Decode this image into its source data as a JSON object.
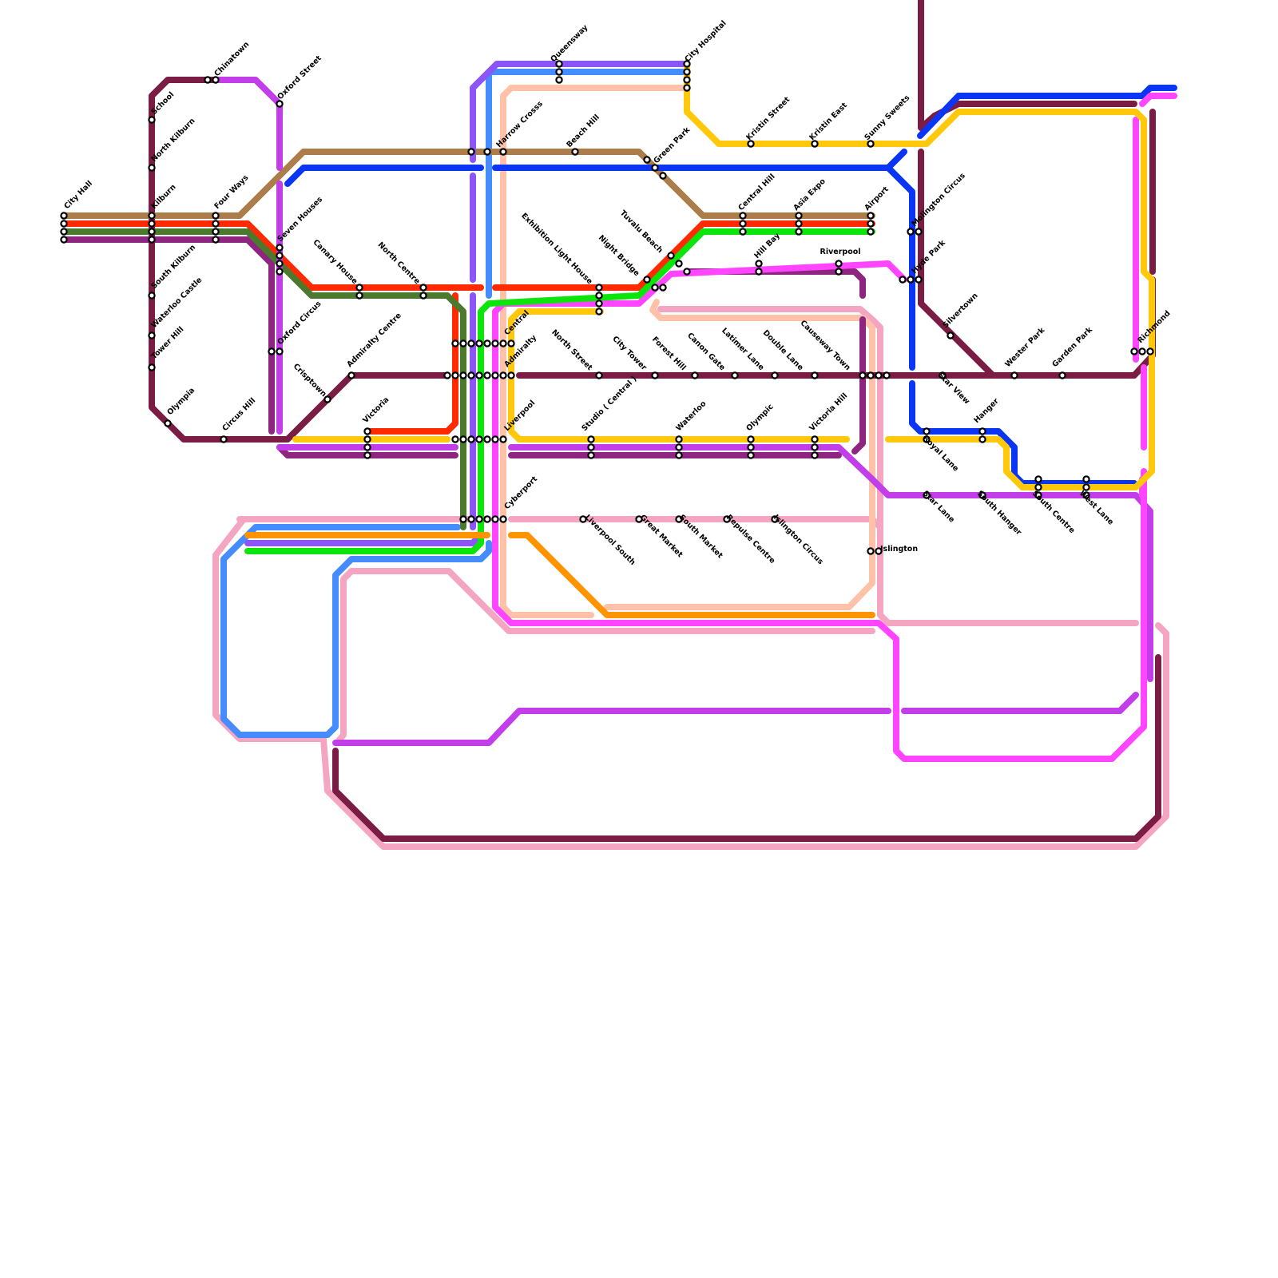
{
  "colors": {
    "maroon": "#7a1c44",
    "purple": "#8e2580",
    "brown": "#ac7d4a",
    "red": "#ff2a00",
    "olive": "#4b7a2f",
    "blue": "#0a35f5",
    "skyblue": "#448cff",
    "violet": "#8b55f7",
    "magenta": "#c23ee8",
    "pink": "#ff45ff",
    "peach": "#ffc1a8",
    "rose": "#f4a5c2",
    "yellow": "#ffc80a",
    "green": "#0be50b",
    "orange": "#ff9300"
  },
  "stations": [
    "City Hall",
    "School",
    "North Kilburn",
    "Kilburn",
    "South Kilburn",
    "Waterloo Castle",
    "Tower Hill",
    "Olympia",
    "Chinatown",
    "Four Ways",
    "Circus Hill",
    "Oxford Street",
    "Seven Houses",
    "Oxford Circus",
    "Crisptown",
    "Canary House",
    "Admiralty Centre",
    "Victoria",
    "North Centre",
    "Harrow Crosss",
    "Queensway",
    "Beach Hill",
    "Central",
    "Admiralty",
    "Liverpool",
    "Cyberport",
    "Exhibition Light House",
    "North Street",
    "Studio ( Central )",
    "Liverpool South",
    "Green Park",
    "Night Bridge",
    "Tuvalu Beach",
    "City Tower",
    "Forest Hill",
    "Great Market",
    "City Hospital",
    "Canon Gate",
    "Waterloo",
    "South Market",
    "Kristin Street",
    "Central Hill",
    "Hill Bay",
    "Latimer Lane",
    "Olympic",
    "Repulse Centre",
    "Asia Expo",
    "Kristin East",
    "Double Lane",
    "Victoria Hill",
    "Islington Circus",
    "Riverpool",
    "Causeway Town",
    "Sunny Sweets",
    "Airport",
    "Islington",
    "Molington Circus",
    "Hyde Park",
    "Silvertown",
    "Star View",
    "Royal Lane",
    "Star Lane",
    "Hanger",
    "South Hanger",
    "Wester Park",
    "South Centre",
    "Garden Park",
    "West Lane",
    "Richmond"
  ]
}
